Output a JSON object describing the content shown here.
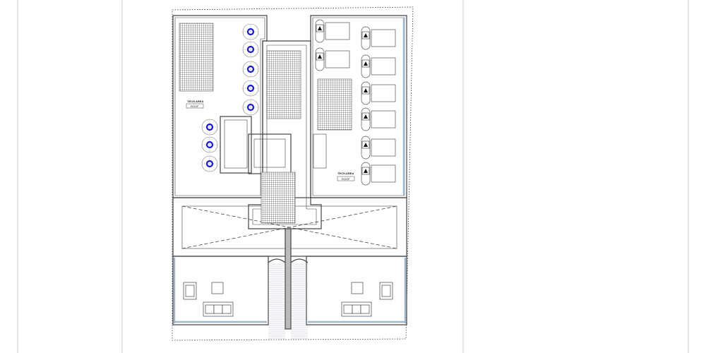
{
  "plan": {
    "left_label": {
      "title": "TECH.AREA",
      "subtitle": "ROOF"
    },
    "right_label": {
      "title": "TECH.AREA",
      "subtitle": "ROOF"
    }
  },
  "colors": {
    "wall": "#444444",
    "glass": "#9fb7cc",
    "fan": "#1a1ad0",
    "hatch": "#777777"
  }
}
